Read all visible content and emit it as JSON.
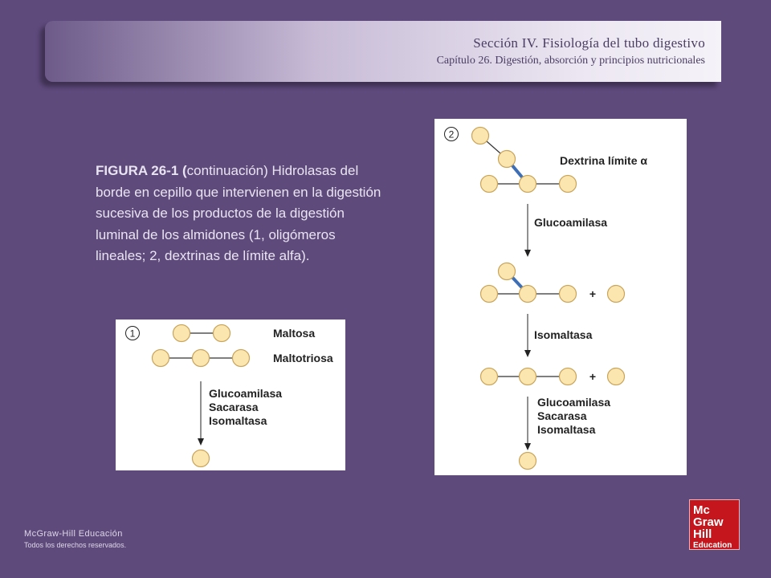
{
  "header": {
    "section_title": "Sección IV.  Fisiología del tubo digestivo",
    "chapter": "Capítulo 26.  Digestión, absorción y principios nutricionales"
  },
  "caption": {
    "label": "FIGURA 26-1 (",
    "text": "continuación) Hidrolasas del borde en cepillo que intervienen en la digestión sucesiva de los productos de la digestión luminal de los almidones (1, oligómeros lineales; 2, dextrinas de límite alfa)."
  },
  "panel1": {
    "number": "1",
    "maltosa": "Maltosa",
    "maltotriosa": "Maltotriosa",
    "enzymes": [
      "Glucoamilasa",
      "Sacarasa",
      "Isomaltasa"
    ]
  },
  "panel2": {
    "number": "2",
    "dextrina": "Dextrina límite α",
    "step1": "Glucoamilasa",
    "step2": "Isomaltasa",
    "plus": "+",
    "enzymes": [
      "Glucoamilasa",
      "Sacarasa",
      "Isomaltasa"
    ]
  },
  "colors": {
    "background": "#5f4a7c",
    "glucose_fill": "#fbe6b0",
    "alpha16_bond": "#3e6fb5",
    "logo_red": "#c4161c"
  },
  "footer": {
    "brand": "McGraw-Hill Educación",
    "rights": "Todos los derechos reservados.",
    "logo_lines": [
      "Mc",
      "Graw",
      "Hill",
      "Education"
    ]
  }
}
